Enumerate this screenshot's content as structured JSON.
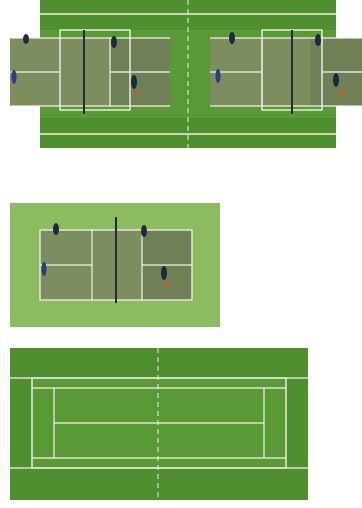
{
  "colors": {
    "grass_dark": "#4f8f2f",
    "grass_light": "#7fb04f",
    "court_gray": "#7f8f62",
    "court_gray_dark": "#6f7f56",
    "line_white": "#f2f2ea",
    "player_dark": "#1e2a3a",
    "player_blue": "#2a3f7a",
    "ball_orange": "#e2502a"
  },
  "scenes": [
    {
      "name": "doubles-match-aerial",
      "players": 8
    },
    {
      "name": "singles-court-with-players",
      "players": 4
    },
    {
      "name": "empty-grass-court",
      "players": 0
    }
  ]
}
